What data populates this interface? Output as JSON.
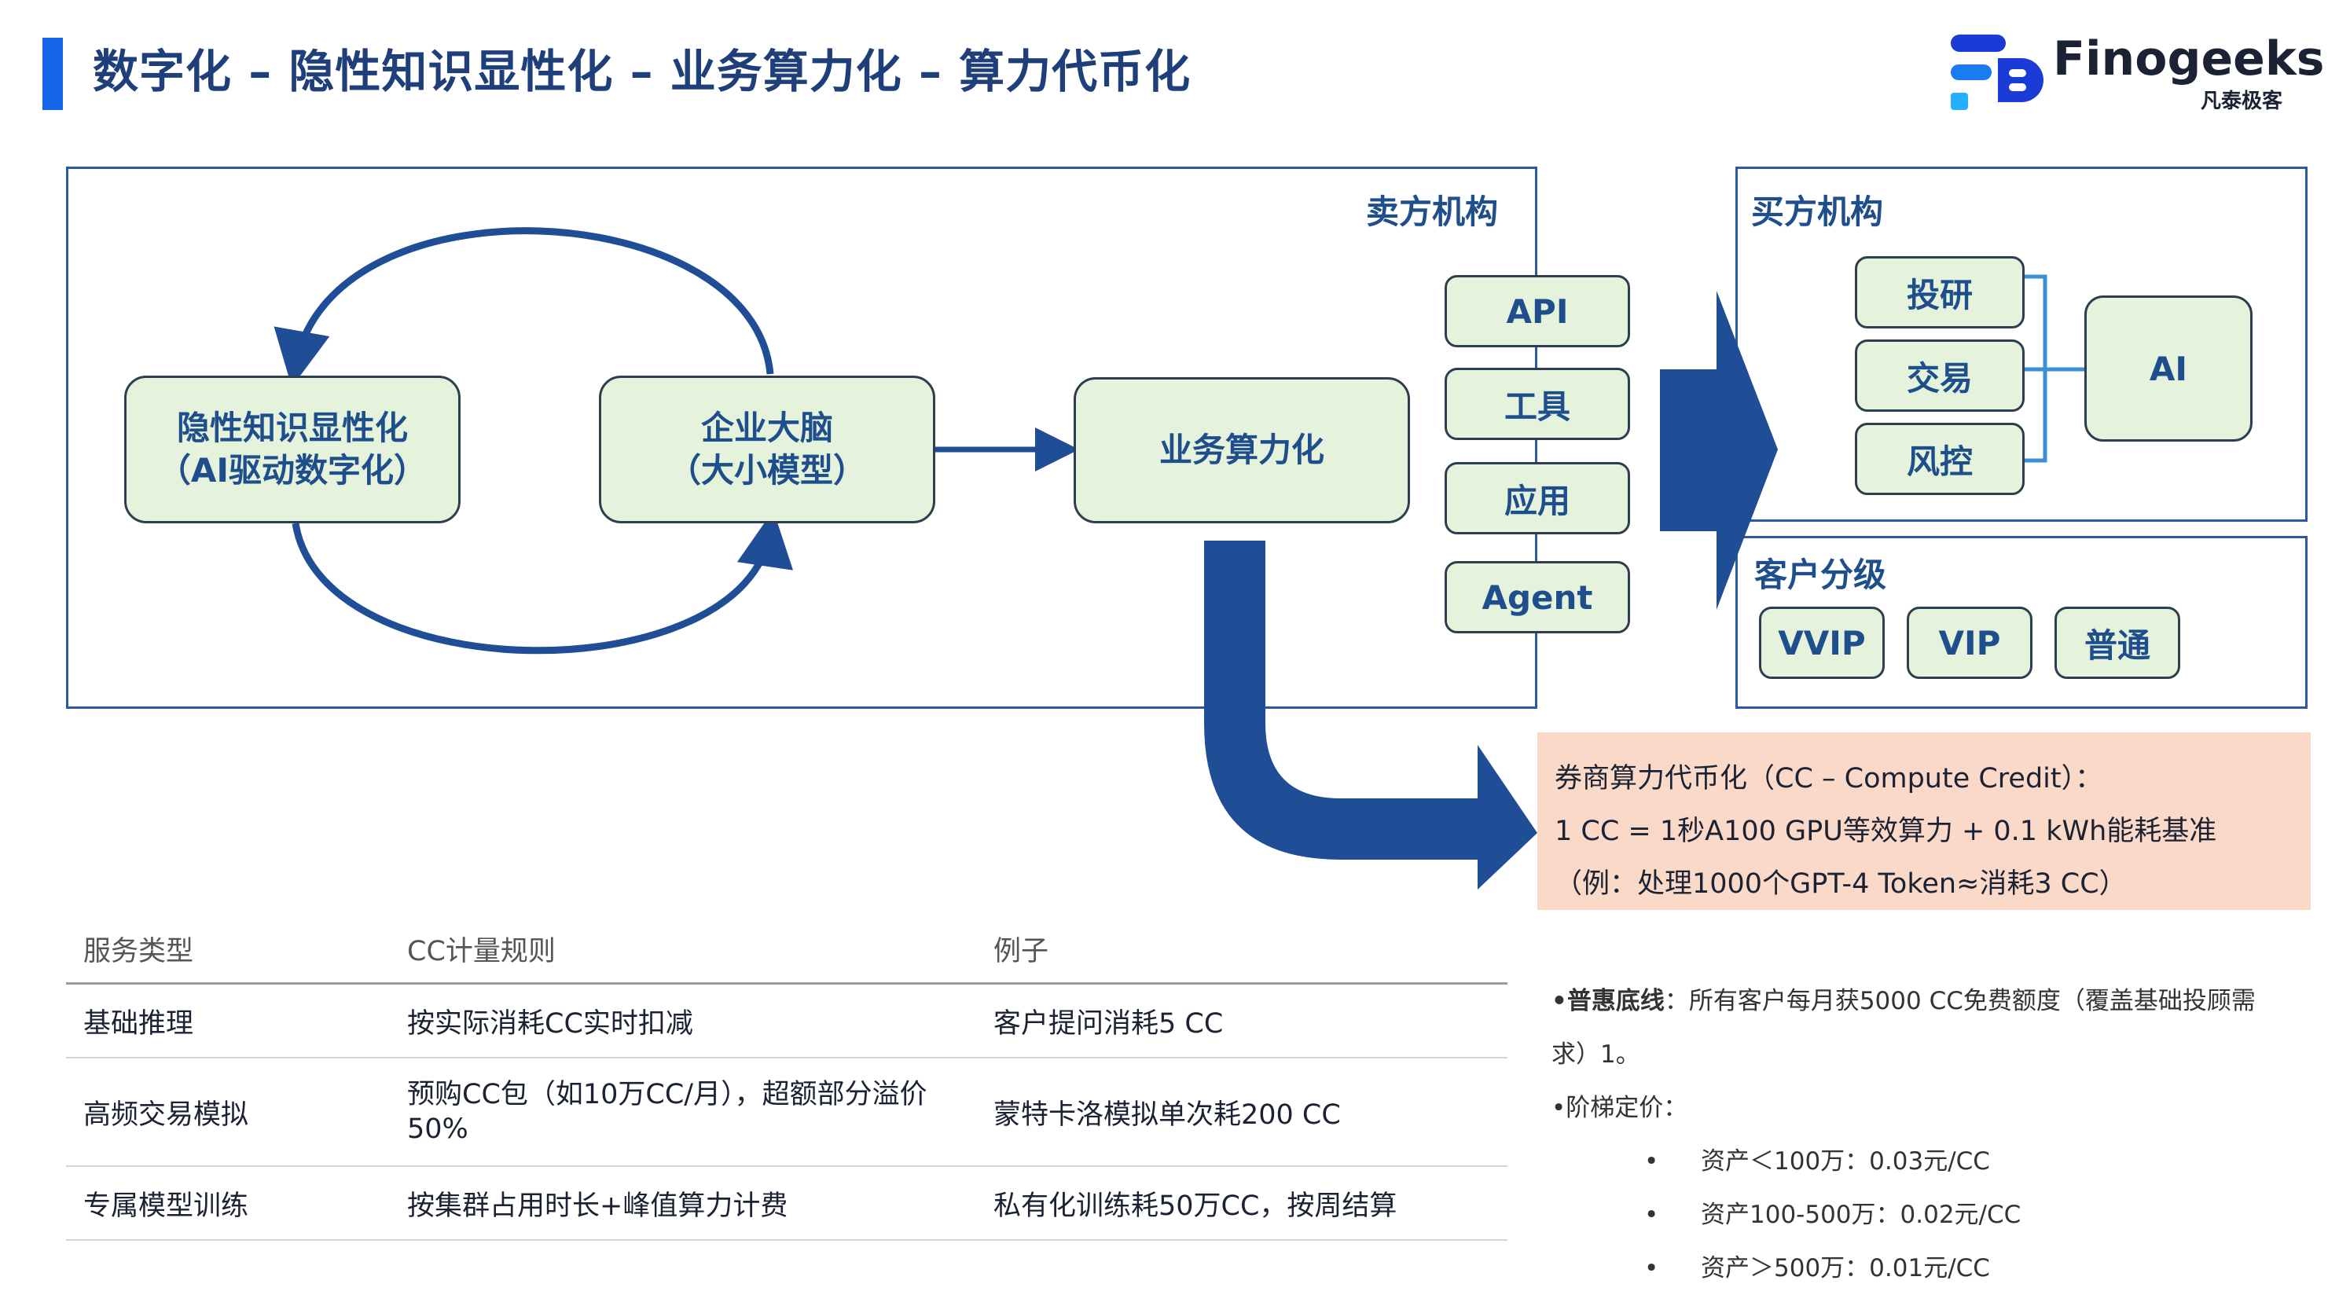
{
  "header": {
    "title": "数字化 – 隐性知识显性化 – 业务算力化 – 算力代币化",
    "logo_text": "Finogeeks",
    "logo_subtext": "凡泰极客"
  },
  "seller": {
    "label": "卖方机构",
    "loop_left": "隐性知识显性化\n（AI驱动数字化）",
    "loop_right": "企业大脑\n（大小模型）",
    "compute": "业务算力化",
    "channels": [
      "API",
      "工具",
      "应用",
      "Agent"
    ]
  },
  "buyer": {
    "label": "买方机构",
    "functions": [
      "投研",
      "交易",
      "风控"
    ],
    "ai": "AI",
    "tier_label": "客户分级",
    "tiers": [
      "VVIP",
      "VIP",
      "普通"
    ]
  },
  "cc_note": {
    "line1": "券商算力代币化（CC – Compute Credit）：",
    "line2": "1 CC = 1秒A100 GPU等效算力 + 0.1 kWh能耗基准",
    "line3": "（例：处理1000个GPT-4 Token≈消耗3 CC）"
  },
  "table": {
    "headers": [
      "服务类型",
      "CC计量规则",
      "例子"
    ],
    "rows": [
      [
        "基础推理",
        "按实际消耗CC实时扣减",
        "客户提问消耗5 CC"
      ],
      [
        "高频交易模拟",
        "预购CC包（如10万CC/月），超额部分溢价50%",
        "蒙特卡洛模拟单次耗200 CC"
      ],
      [
        "专属模型训练",
        "按集群占用时长+峰值算力计费",
        "私有化训练耗50万CC，按周结算"
      ]
    ]
  },
  "notes": {
    "line1_label": "•普惠底线",
    "line1_text": "：所有客户每月获5000 CC免费额度（覆盖基础投顾需",
    "line1_cont": "求）1。",
    "line2": "•阶梯定价：",
    "bullet": "•",
    "tiers": [
      "资产＜100万：0.03元/CC",
      "资产100-500万：0.02元/CC",
      "资产＞500万：0.01元/CC"
    ]
  },
  "colors": {
    "accent_blue": "#1565e8",
    "arrow_blue": "#1f4e96",
    "node_fill": "#e5f2dc",
    "note_fill": "#fbd9c9"
  }
}
